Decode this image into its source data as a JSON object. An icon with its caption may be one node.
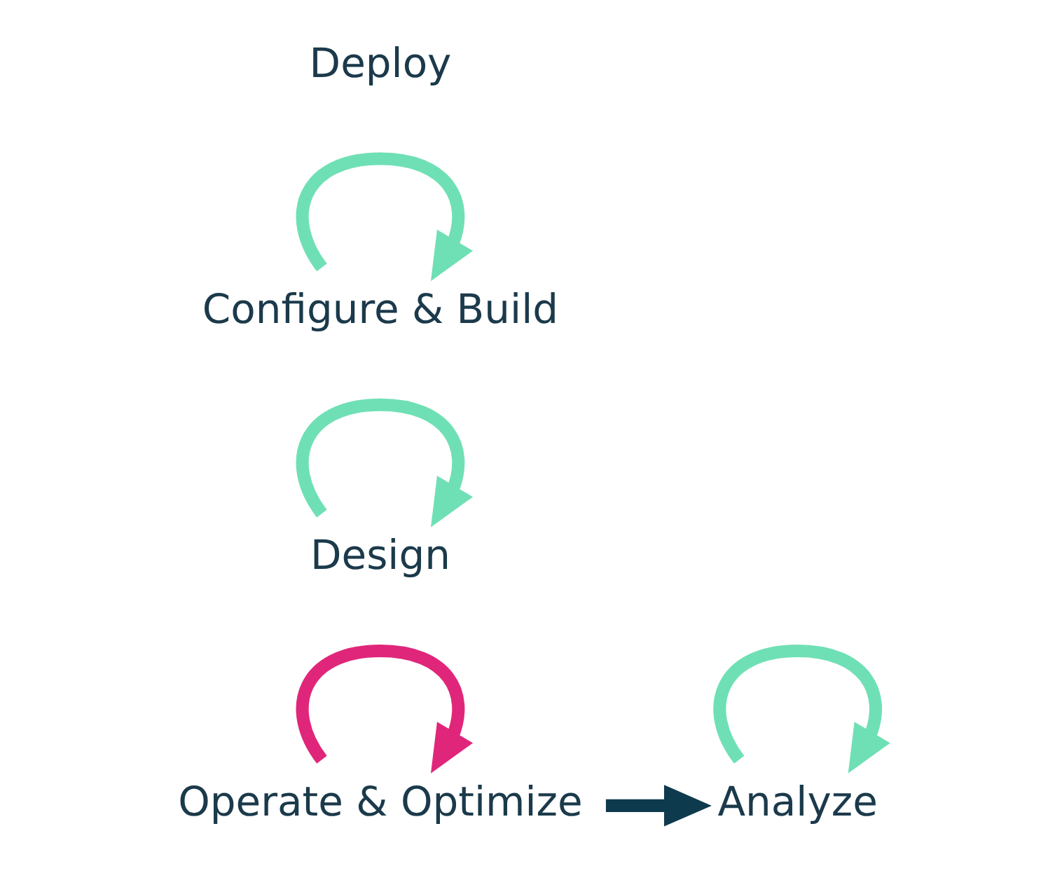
{
  "diagram": {
    "nodes": [
      {
        "text": [
          "Analyze"
        ]
      },
      {
        "text": [
          "Design"
        ]
      },
      {
        "text": [
          "Configure & Build"
        ]
      },
      {
        "text": [
          "Operate & Optimize"
        ]
      }
    ],
    "edges": [
      {
        "from": 0,
        "to": 0,
        "arrow": "to"
      },
      {
        "from": 1,
        "to": 1,
        "arrow": "to"
      },
      {
        "from": 2,
        "to": 2,
        "arrow": "to"
      },
      {
        "from": 3,
        "to": 3,
        "arrow": "to",
        "color": "#e0267a"
      },
      {
        "from": 3,
        "to": 0,
        "arrow": "to",
        "color": "#0e3a4e"
      }
    ],
    "labels": [
      "Deploy"
    ]
  }
}
